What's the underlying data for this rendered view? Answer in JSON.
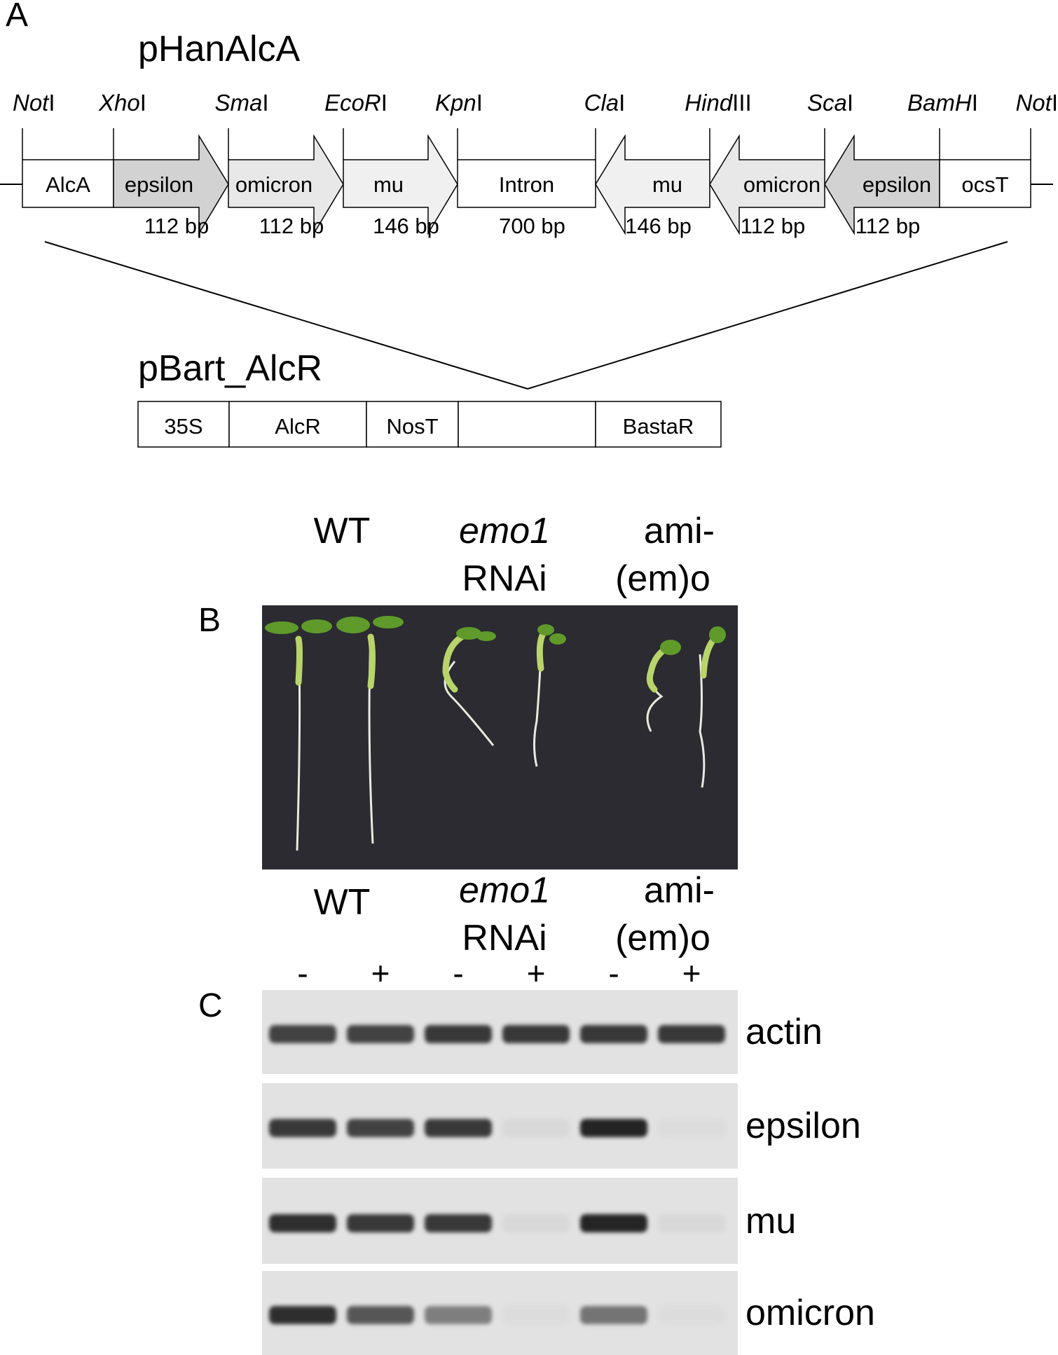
{
  "panel_a": {
    "letter": "A",
    "construct_title": "pHanAlcA",
    "enzymes": [
      {
        "italic": "Not",
        "roman": "I"
      },
      {
        "italic": "Xho",
        "roman": "I"
      },
      {
        "italic": "Sma",
        "roman": "I"
      },
      {
        "italic": "EcoR",
        "roman": "I"
      },
      {
        "italic": "Kpn",
        "roman": "I"
      },
      {
        "italic": "Cla",
        "roman": "I"
      },
      {
        "italic": "Hind",
        "roman": "III"
      },
      {
        "italic": "Sca",
        "roman": "I"
      },
      {
        "italic": "BamH",
        "roman": "I"
      },
      {
        "italic": "Not",
        "roman": "I"
      }
    ],
    "segments": [
      {
        "label": "AlcA",
        "bp": "",
        "shape": "box",
        "fill": "#ffffff"
      },
      {
        "label": "epsilon",
        "bp": "112 bp",
        "shape": "arrow-right",
        "fill": "#d2d2d2"
      },
      {
        "label": "omicron",
        "bp": "112 bp",
        "shape": "arrow-right",
        "fill": "#e8e8e8"
      },
      {
        "label": "mu",
        "bp": "146 bp",
        "shape": "arrow-right",
        "fill": "#f0f0f0"
      },
      {
        "label": "Intron",
        "bp": "700 bp",
        "shape": "box",
        "fill": "#ffffff"
      },
      {
        "label": "mu",
        "bp": "146 bp",
        "shape": "arrow-left",
        "fill": "#f0f0f0"
      },
      {
        "label": "omicron",
        "bp": "112 bp",
        "shape": "arrow-left",
        "fill": "#e8e8e8"
      },
      {
        "label": "epsilon",
        "bp": "112 bp",
        "shape": "arrow-left",
        "fill": "#d2d2d2"
      },
      {
        "label": "ocsT",
        "bp": "",
        "shape": "box",
        "fill": "#ffffff"
      }
    ],
    "vector_title": "pBart_AlcR",
    "vector_segments": [
      "35S",
      "AlcR",
      "NosT",
      "",
      "BastaR"
    ]
  },
  "panel_b": {
    "letter": "B",
    "groups": [
      {
        "line1": "WT",
        "line2": ""
      },
      {
        "line1": "emo1",
        "line2": "RNAi"
      },
      {
        "line1": "ami-",
        "line2": "(em)o"
      }
    ]
  },
  "panel_c": {
    "letter": "C",
    "groups": [
      {
        "line1": "WT",
        "line2": ""
      },
      {
        "line1": "emo1",
        "line2": "RNAi"
      },
      {
        "line1": "ami-",
        "line2": "(em)o"
      }
    ],
    "treatments": [
      "-",
      "+",
      "-",
      "+",
      "-",
      "+"
    ],
    "gels": [
      {
        "gene": "actin",
        "intensity": [
          0.8,
          0.8,
          0.85,
          0.85,
          0.85,
          0.85
        ]
      },
      {
        "gene": "epsilon",
        "intensity": [
          0.85,
          0.8,
          0.85,
          0.05,
          0.95,
          0.03
        ]
      },
      {
        "gene": "mu",
        "intensity": [
          0.9,
          0.85,
          0.85,
          0.05,
          0.95,
          0.05
        ]
      },
      {
        "gene": "omicron",
        "intensity": [
          0.9,
          0.7,
          0.5,
          0.03,
          0.55,
          0.03
        ]
      }
    ]
  }
}
